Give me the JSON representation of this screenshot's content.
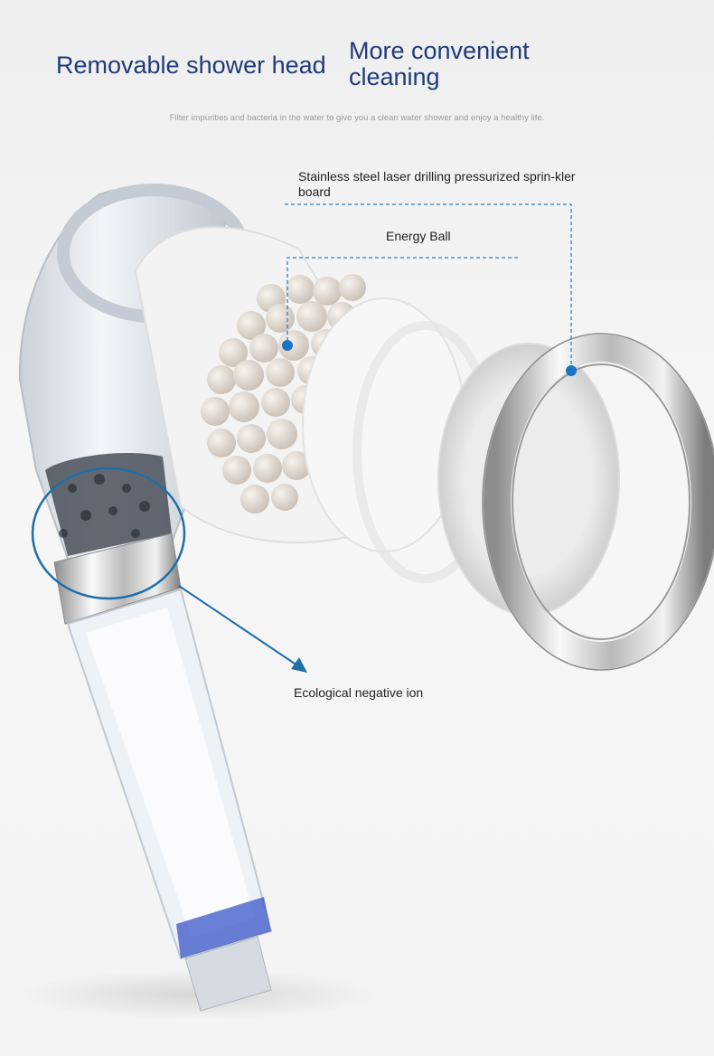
{
  "header": {
    "title_left": "Removable shower head",
    "title_right": "More convenient cleaning",
    "subtitle": "Filter impurities and bacteria in the water to give you a clean water shower and enjoy a healthy life."
  },
  "callouts": {
    "steel_board": "Stainless steel laser drilling pressurized sprin-kler board",
    "energy_ball": "Energy Ball",
    "negative_ion": "Ecological negative ion"
  },
  "colors": {
    "title": "#1f3b78",
    "callout_line": "#2a7fc1",
    "dot": "#1a73c4"
  }
}
